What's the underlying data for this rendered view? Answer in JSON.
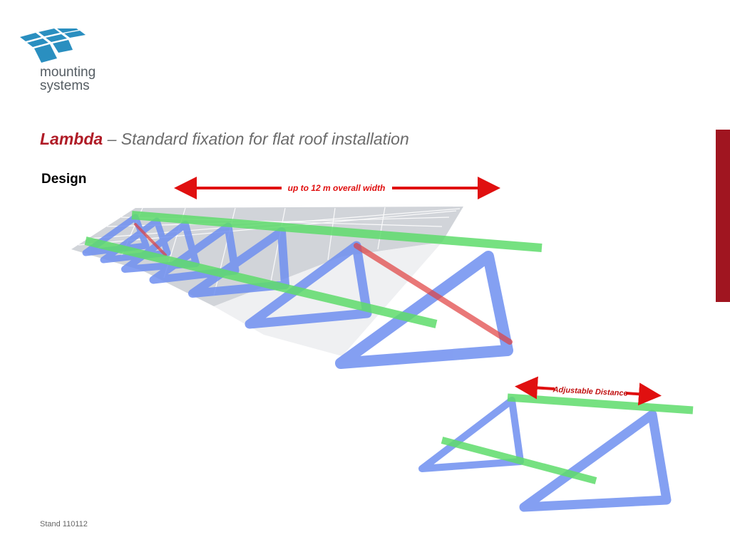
{
  "logo": {
    "line1": "mounting",
    "line2": "systems",
    "icon": "tiled-roof-logo-icon",
    "color": "#2a8fc0"
  },
  "slide": {
    "title_brand": "Lambda",
    "title_rest": " – Standard fixation for flat roof installation",
    "section_heading": "Design",
    "footer": "Stand 110112"
  },
  "figure": {
    "width_label": "up to 12 m overall width",
    "distance_label": "Adjustable Distance"
  },
  "colors": {
    "brand_red": "#a01520",
    "frame_blue": "#6f8ff0",
    "rail_green": "#5fdc6c",
    "arrow_red": "#e01010"
  }
}
